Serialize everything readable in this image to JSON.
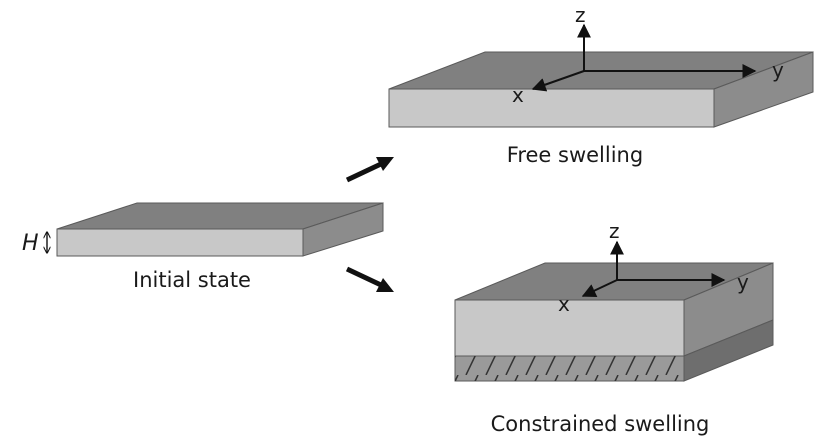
{
  "labels": {
    "free_swelling": "Free swelling",
    "constrained_swelling": "Constrained swelling",
    "initial_state": "Initial state",
    "thickness": "H"
  },
  "axes": {
    "x": "x",
    "y": "y",
    "z": "z"
  },
  "colors": {
    "top_face": "#808080",
    "front_face": "#c8c8c8",
    "side_face": "#8c8c8c",
    "substrate_front": "#9a9a9a",
    "substrate_side": "#6e6e6e",
    "arrow": "#111111",
    "outline": "#3a3a3a"
  }
}
